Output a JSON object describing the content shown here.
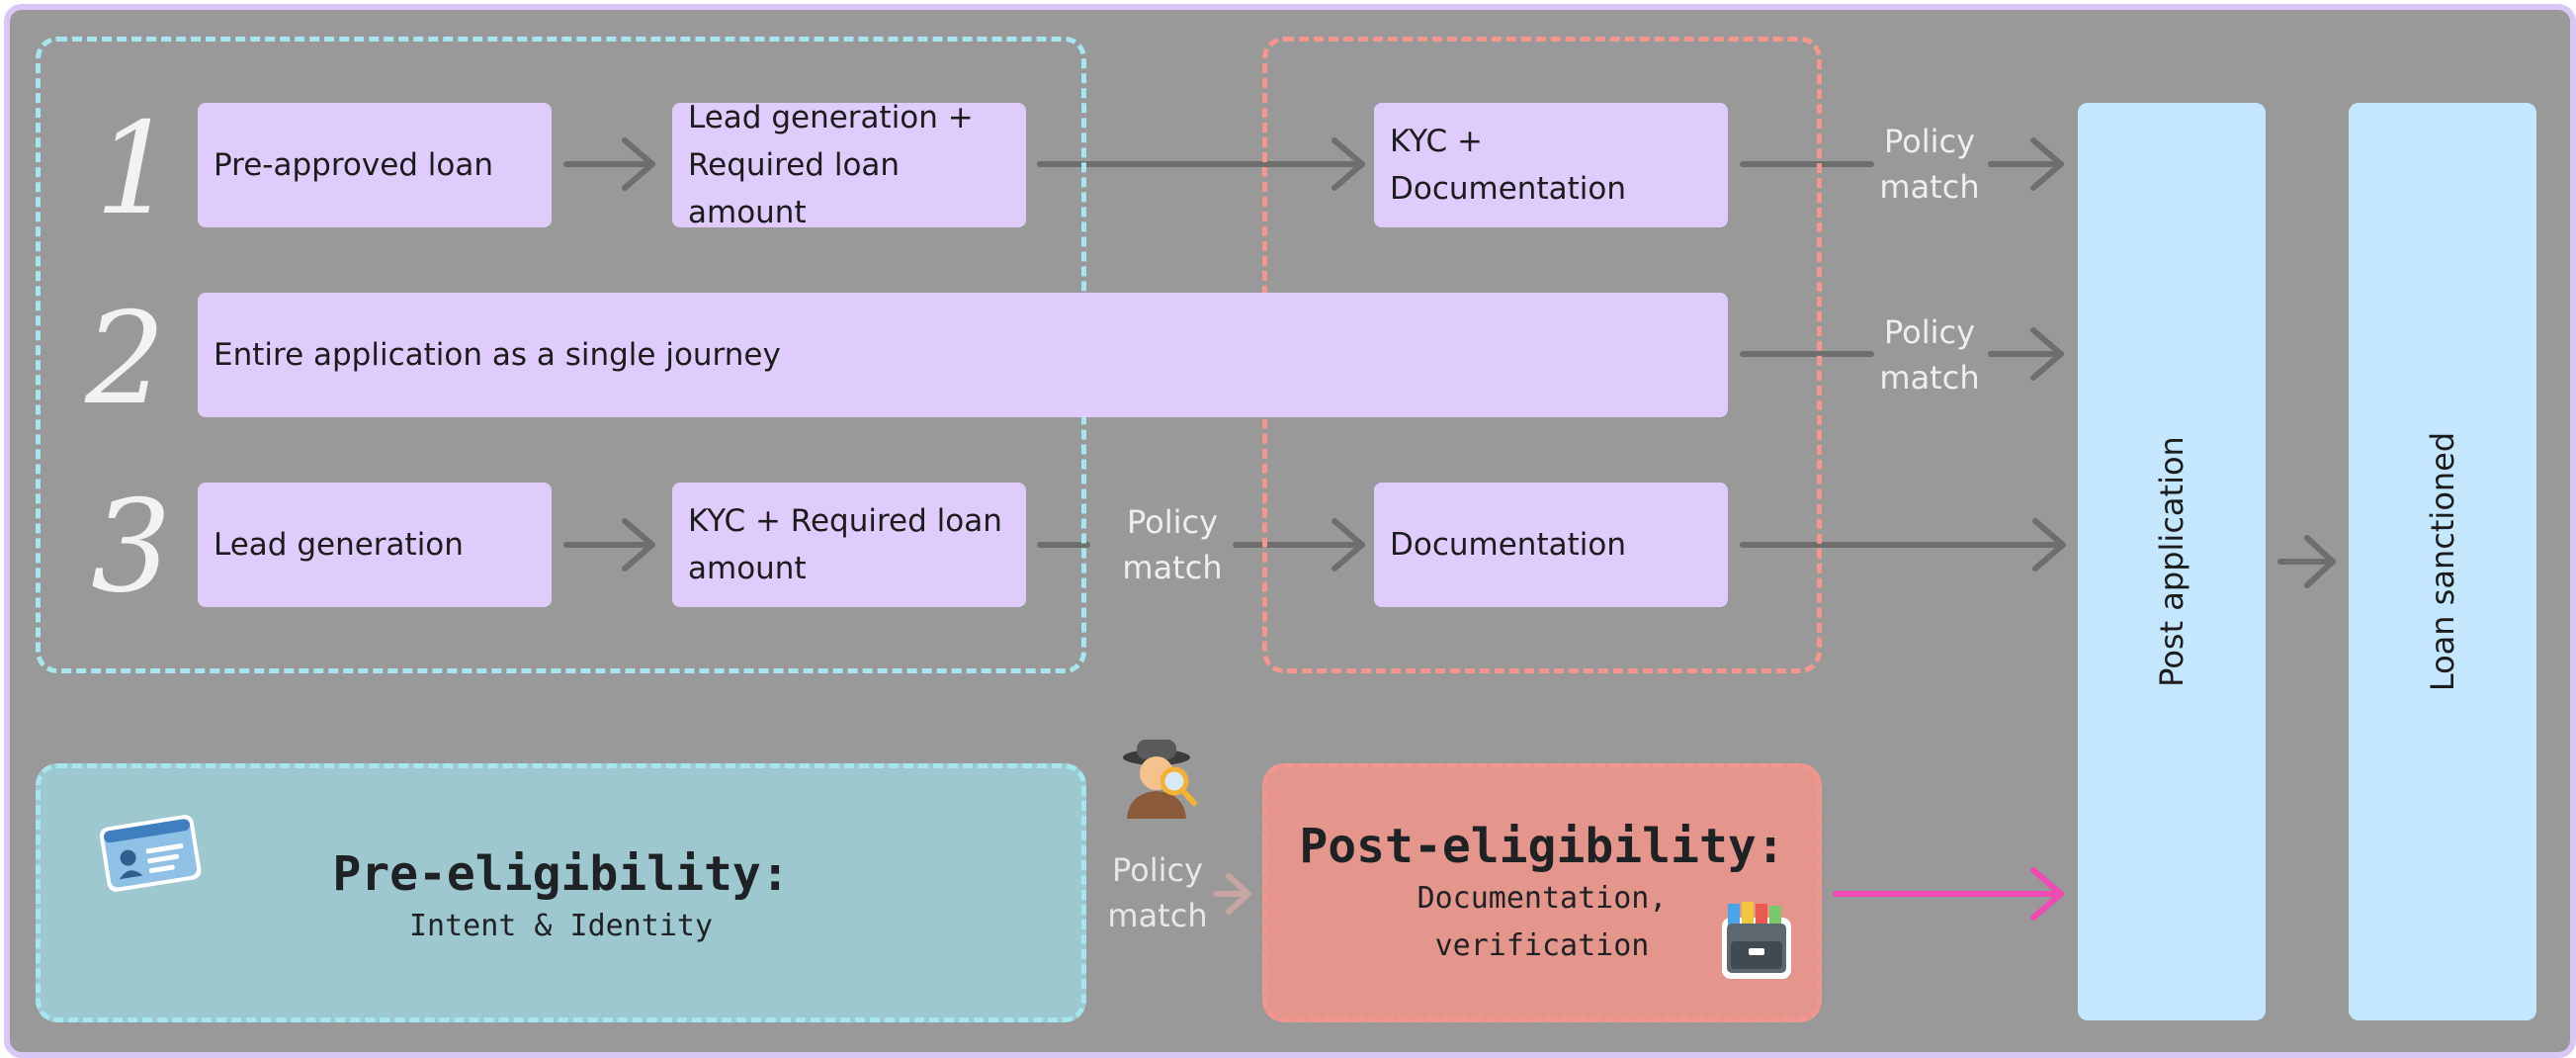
{
  "flows": [
    {
      "number": "1",
      "steps": [
        "Pre-approved loan",
        "Lead generation +\nRequired loan amount",
        "KYC +\nDocumentation"
      ]
    },
    {
      "number": "2",
      "steps": [
        "Entire application as a single journey"
      ]
    },
    {
      "number": "3",
      "steps": [
        "Lead generation",
        "KYC + Required loan\namount",
        "Documentation"
      ]
    }
  ],
  "policy_match": "Policy\nmatch",
  "outcomes": {
    "post_application": "Post application",
    "loan_sanctioned": "Loan sanctioned"
  },
  "pre_eligibility": {
    "title": "Pre-eligibility:",
    "subtitle": "Intent & Identity"
  },
  "post_eligibility": {
    "title": "Post-eligibility:",
    "subtitle": "Documentation,\nverification"
  },
  "icons": [
    "id-card-icon",
    "detective-icon",
    "file-cabinet-icon"
  ],
  "colors": {
    "background": "#999999",
    "step_box": "#dfccfd",
    "outcome_box": "#c5e7fd",
    "pre_eligibility": "#9ec8cf",
    "post_eligibility": "#e4968d",
    "blue_dash": "#a6e6ef",
    "red_dash": "#f3968d",
    "highlight_arrow": "#f04bb4"
  }
}
